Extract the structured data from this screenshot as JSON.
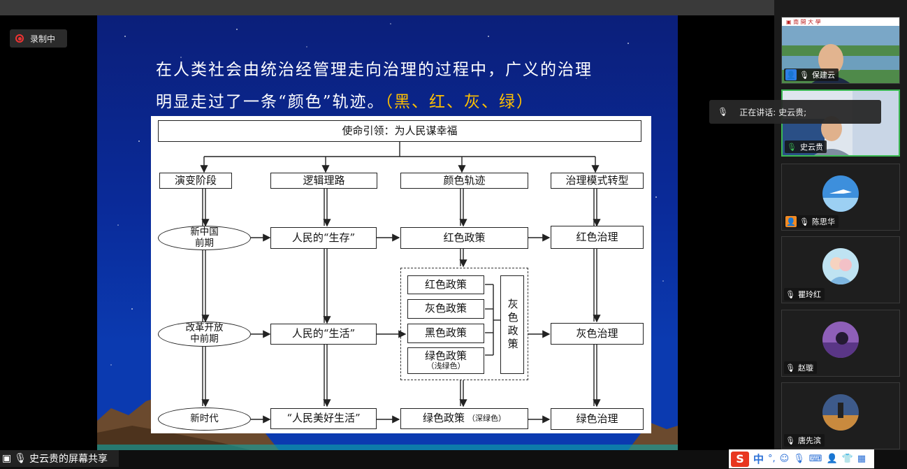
{
  "recording": {
    "label": "录制中"
  },
  "slide": {
    "title_line1": "在人类社会由统治经管理走向治理的过程中，广义的治理",
    "title_line2_main": "明显走过了一条“颜色”轨迹。",
    "title_line2_highlight": "（黑、红、灰、绿）",
    "highlight_color": "#ffc000"
  },
  "diagram": {
    "top": "使命引领：为人民谋幸福",
    "headers": [
      "演变阶段",
      "逻辑理路",
      "颜色轨迹",
      "治理模式转型"
    ],
    "stages": [
      {
        "line1": "新中国",
        "line2": "前期"
      },
      {
        "line1": "改革开放",
        "line2": "中前期"
      },
      {
        "line1": "新时代",
        "line2": ""
      }
    ],
    "logic": [
      "人民的“生存”",
      "人民的“生活”",
      "“人民美好生活”"
    ],
    "color_row1": "红色政策",
    "color_group": [
      "红色政策",
      "灰色政策",
      "黑色政策",
      "绿色政策"
    ],
    "light_green_note": "（浅绿色）",
    "gray_policy_vertical": "灰色政策",
    "color_row3": "绿色政策",
    "dark_green_note": "（深绿色）",
    "governance": [
      "红色治理",
      "灰色治理",
      "绿色治理"
    ]
  },
  "participants": [
    {
      "name": "保建云",
      "icon": "person-icon",
      "muted": true
    },
    {
      "name": "史云贵",
      "icon": "mic-active-icon",
      "muted": false,
      "active": true
    },
    {
      "name": "陈思华",
      "icon": "person-icon",
      "muted": true
    },
    {
      "name": "瞿玲红",
      "icon": "",
      "muted": true
    },
    {
      "name": "赵璇",
      "icon": "",
      "muted": true
    },
    {
      "name": "唐先滨",
      "icon": "",
      "muted": true
    }
  ],
  "speaking": {
    "label": "正在讲话: 史云贵;"
  },
  "share": {
    "label": "史云贵的屏幕共享"
  },
  "ime": {
    "brand": "S",
    "mode": "中",
    "punct": "°,"
  }
}
